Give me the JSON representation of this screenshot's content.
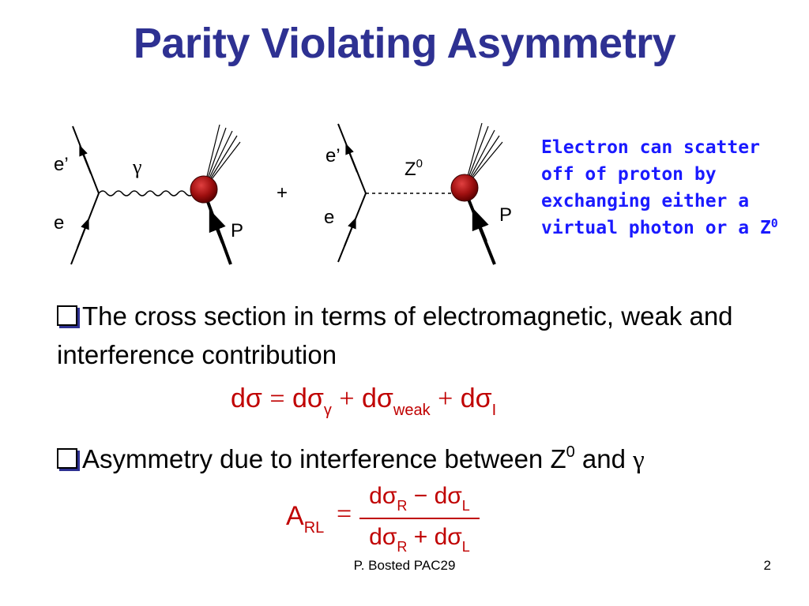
{
  "slide": {
    "title": "Parity Violating Asymmetry",
    "diagram1": {
      "label_e_prime": "e’",
      "label_e": "e",
      "label_gamma": "γ",
      "label_p": "P"
    },
    "plus": "+",
    "diagram2": {
      "label_e_prime": "e’",
      "label_e": "e",
      "label_z": "Z",
      "label_z_sup": "0",
      "label_p": "P"
    },
    "side_note": {
      "line1": "Electron can scatter",
      "line2": "off of proton by",
      "line3": "exchanging either a",
      "line4": "virtual photon or a Z",
      "line4_sup": "0"
    },
    "bullet1": "The cross section in terms of electromagnetic, weak and interference contribution",
    "equation1": {
      "lhs": "dσ",
      "eq": "=",
      "t1": "dσ",
      "t1_sub": "γ",
      "plus1": "+",
      "t2": "dσ",
      "t2_sub": "weak",
      "plus2": "+",
      "t3": "dσ",
      "t3_sub": "I"
    },
    "bullet2": {
      "text": "Asymmetry due to interference between Z",
      "sup": "0",
      "and": "and",
      "gamma": "γ"
    },
    "equation2": {
      "lhs": "A",
      "lhs_sub": "RL",
      "eq": "=",
      "num_a": "dσ",
      "num_a_sub": "R",
      "num_op": "−",
      "num_b": "dσ",
      "num_b_sub": "L",
      "den_a": "dσ",
      "den_a_sub": "R",
      "den_op": "+",
      "den_b": "dσ",
      "den_b_sub": "L"
    },
    "footer_center": "P. Bosted PAC29",
    "page_number": "2",
    "colors": {
      "title": "#2e3192",
      "side_note": "#1a1aff",
      "equations": "#c00000",
      "proton_blob": "#a01010"
    }
  }
}
